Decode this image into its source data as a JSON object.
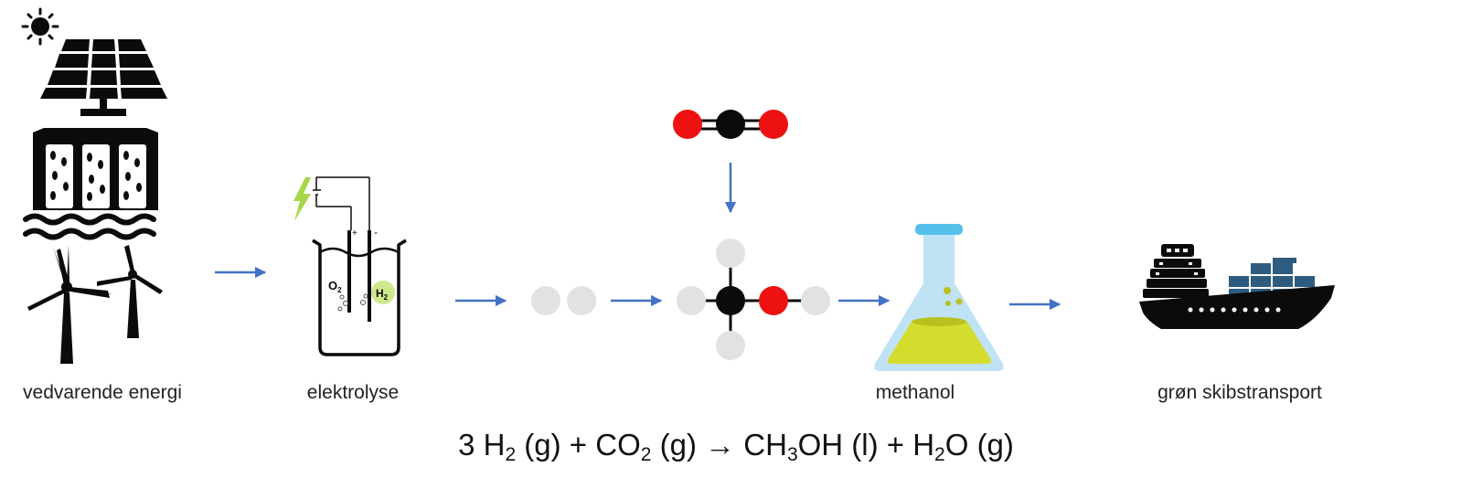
{
  "colors": {
    "arrow": "#4472C4",
    "black": "#0b0b0b",
    "oxygen_red": "#ee1111",
    "hydrogen_grey": "#e2e2e2",
    "flask_blue": "#bfe3f5",
    "flask_cap": "#55c0ea",
    "liquid_yellow": "#d4dd2e",
    "bolt_green": "#a6d64a",
    "h2_bubble_green": "#cde88d",
    "container_blue": "#2e5c80"
  },
  "icons": [
    "sun-icon",
    "solar-panel-icon",
    "hydropower-dam-icon",
    "water-waves-icon",
    "wind-turbine-icon",
    "lightning-bolt-icon",
    "electrolysis-beaker-icon",
    "co2-molecule-icon",
    "h2-molecule-icon",
    "methanol-molecule-icon",
    "erlenmeyer-flask-icon",
    "container-ship-icon"
  ],
  "stages": [
    {
      "label": "vedvarende energi"
    },
    {
      "label": "elektrolyse"
    },
    {
      "label": "methanol"
    },
    {
      "label": "grøn skibstransport"
    }
  ],
  "beaker": {
    "o2_label": "O",
    "o2_sub": "2",
    "h2_label": "H",
    "h2_sub": "2",
    "plus": "+",
    "minus": "-"
  },
  "equation": {
    "p1": "3 H",
    "s1": "2",
    "p2": " (g) + CO",
    "s2": "2",
    "p3": " (g) → CH",
    "s3": "3",
    "p4": "OH (l) + H",
    "s4": "2",
    "p5": "O (g)"
  }
}
